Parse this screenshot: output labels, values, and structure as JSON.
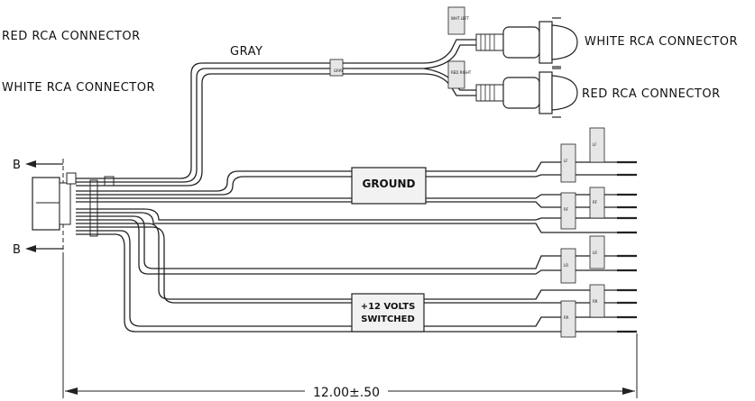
{
  "labels": {
    "left_red": "RED RCA CONNECTOR",
    "left_white": "WHITE RCA CONNECTOR",
    "gray": "GRAY",
    "right_white": "WHITE RCA CONNECTOR",
    "right_red": "RED RCA CONNECTOR",
    "ground": "GROUND",
    "volts_line1": "+12 VOLTS",
    "volts_line2": "SWITCHED",
    "section_top": "B",
    "section_bottom": "B",
    "dimension": "12.00±.50"
  },
  "colors": {
    "ink": "#222222",
    "background": "#ffffff",
    "box_fill": "#f2f2f2",
    "tag_fill": "#e6e6e6"
  },
  "tags": [
    {
      "name": "gray-wire-tag",
      "text": "GRAY"
    },
    {
      "name": "white-rca-tag",
      "text": "WHT LEFT"
    },
    {
      "name": "red-rca-tag",
      "text": "RED RIGHT"
    },
    {
      "name": "wire-tag-1",
      "text": "LF"
    },
    {
      "name": "wire-tag-2",
      "text": "LF"
    },
    {
      "name": "wire-tag-3",
      "text": "RF"
    },
    {
      "name": "wire-tag-4",
      "text": "RF"
    },
    {
      "name": "wire-tag-5",
      "text": "LR"
    },
    {
      "name": "wire-tag-6",
      "text": "LR"
    },
    {
      "name": "wire-tag-7",
      "text": "RR"
    },
    {
      "name": "wire-tag-8",
      "text": "RR"
    }
  ]
}
